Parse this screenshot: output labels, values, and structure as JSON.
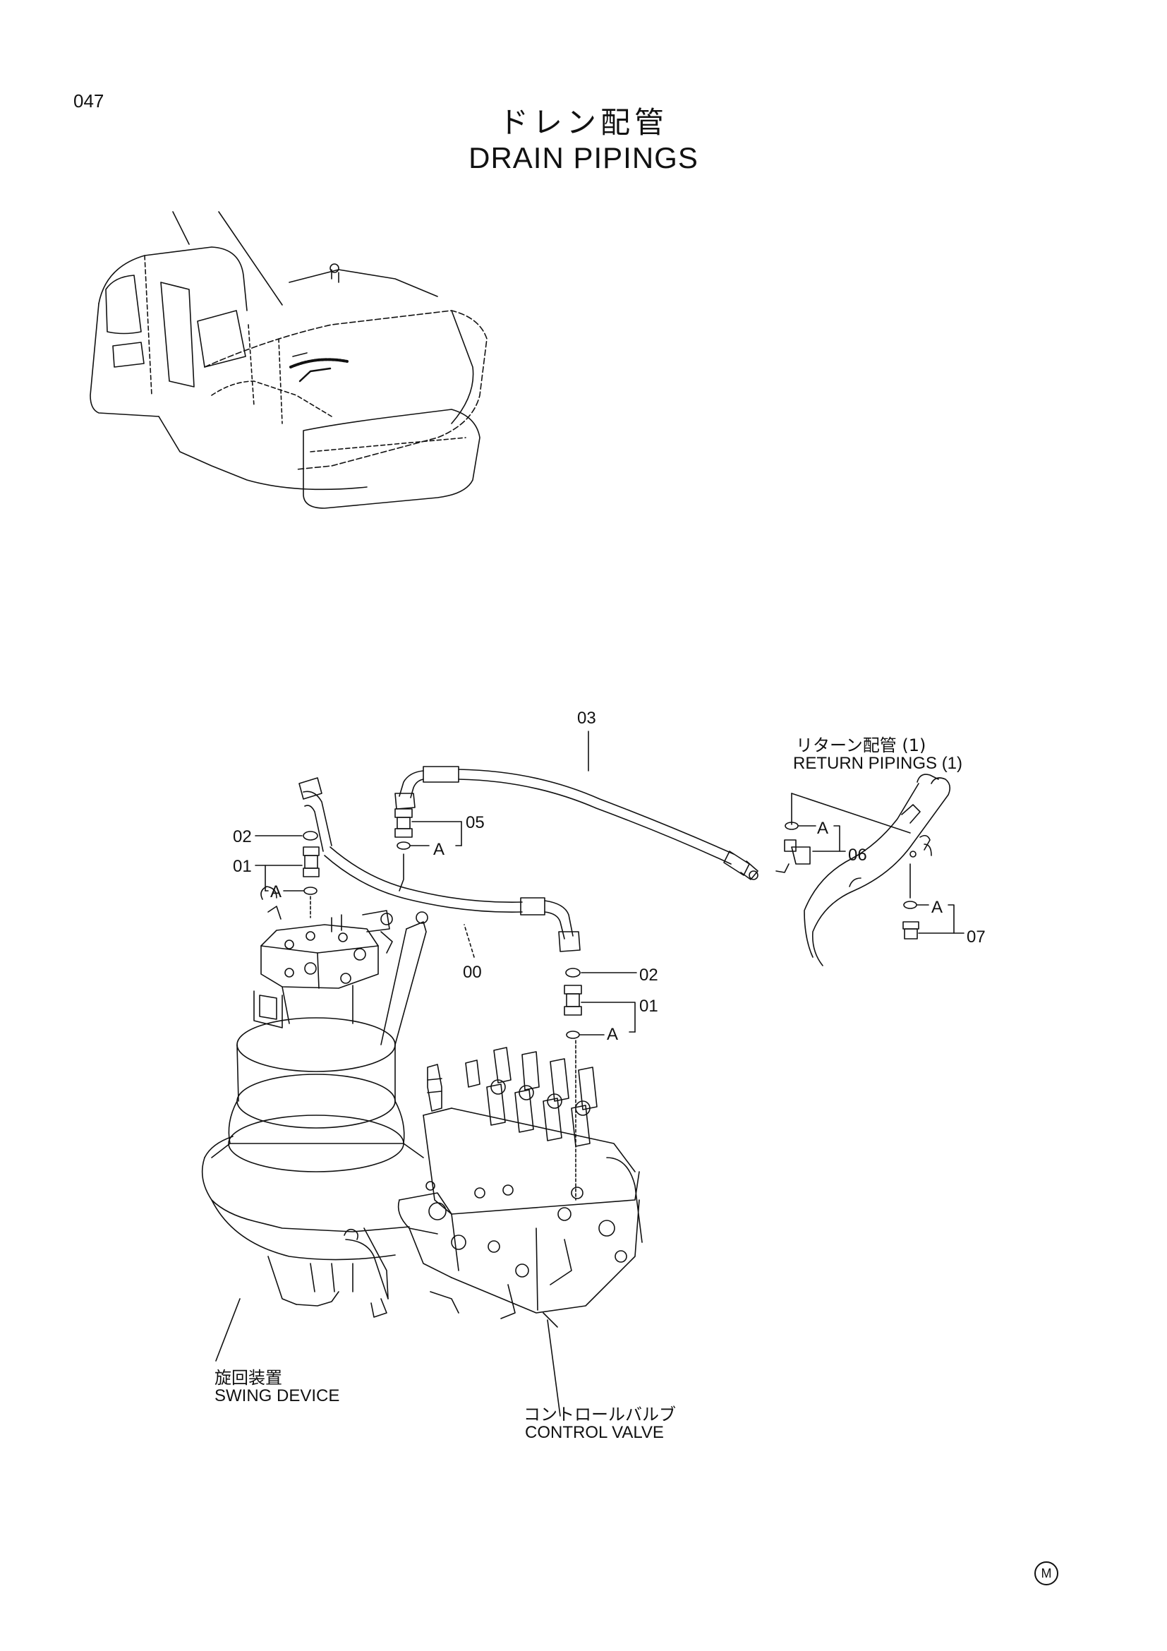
{
  "page_number": "047",
  "title": {
    "jp": "ドレン配管",
    "en": "DRAIN PIPINGS"
  },
  "labels": {
    "part_03": "03",
    "part_05": "05",
    "part_02_left": "02",
    "part_01_left": "01",
    "detail_A_left": "A",
    "detail_A_mid": "A",
    "part_00": "00",
    "part_02_right": "02",
    "part_01_right": "01",
    "detail_A_right": "A",
    "return_jp": "リターン配管 (1)",
    "return_en": "RETURN  PIPINGS (1)",
    "detail_A_return_top": "A",
    "part_06": "06",
    "detail_A_return_bottom": "A",
    "part_07": "07",
    "swing_jp": "旋回装置",
    "swing_en": "SWING DEVICE",
    "control_jp": "コントロールバルブ",
    "control_en": "CONTROL VALVE"
  },
  "maker_mark": "M"
}
